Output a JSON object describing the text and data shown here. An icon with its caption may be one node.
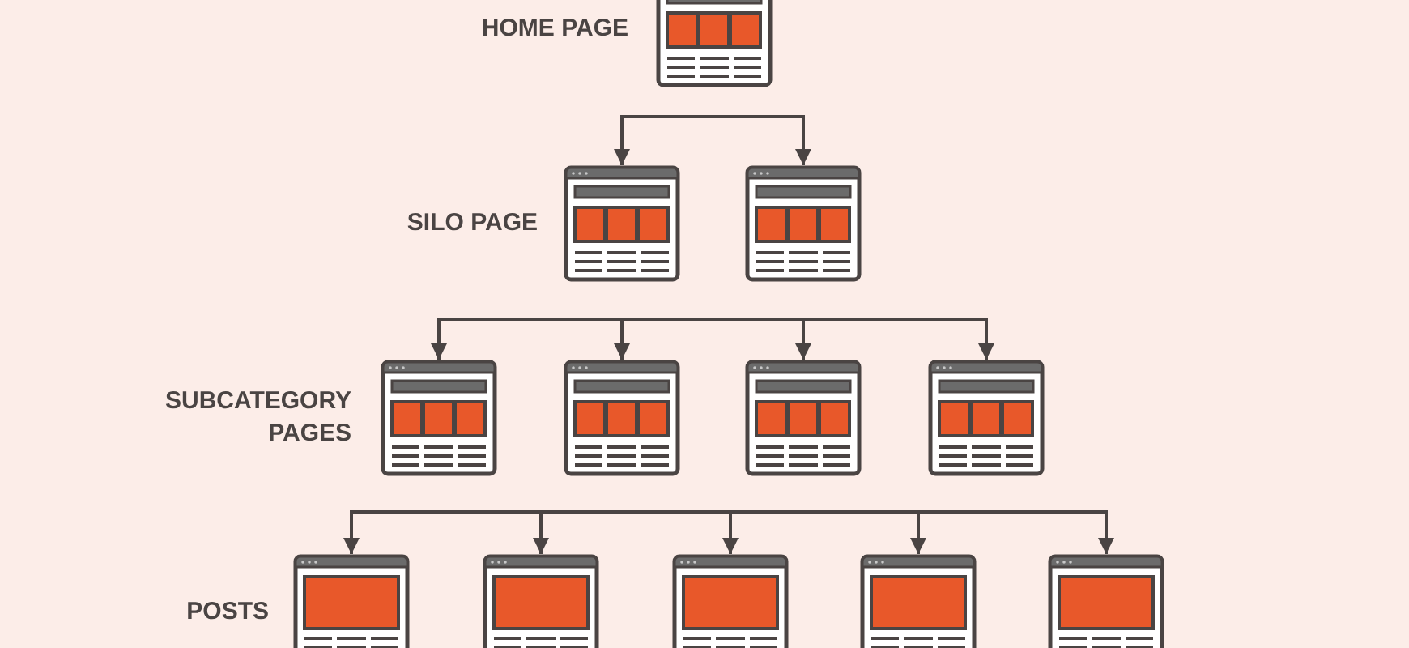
{
  "diagram": {
    "nodes": [
      {
        "text": [],
        "shape": "picture"
      },
      {
        "text": [],
        "shape": "picture"
      },
      {
        "text": [],
        "shape": "picture"
      },
      {
        "text": [],
        "shape": "picture"
      },
      {
        "text": [],
        "shape": "picture"
      },
      {
        "text": [],
        "shape": "picture"
      },
      {
        "text": [],
        "shape": "picture"
      },
      {
        "text": [],
        "shape": "picture"
      },
      {
        "text": [],
        "shape": "picture"
      },
      {
        "text": [],
        "shape": "picture"
      },
      {
        "text": [],
        "shape": "picture"
      },
      {
        "text": [],
        "shape": "picture"
      }
    ],
    "edges": [
      {
        "from": null,
        "to": 1,
        "arrow": "to"
      },
      {
        "from": null,
        "to": 2,
        "arrow": "to"
      },
      {
        "from": null,
        "to": 3,
        "arrow": "to"
      },
      {
        "from": null,
        "to": 4,
        "arrow": "to"
      },
      {
        "from": null,
        "to": 5,
        "arrow": "to"
      },
      {
        "from": null,
        "to": 6,
        "arrow": "to"
      },
      {
        "from": null,
        "to": 7,
        "arrow": "to"
      },
      {
        "from": null,
        "to": 8,
        "arrow": "to"
      },
      {
        "from": null,
        "to": 9,
        "arrow": "to"
      },
      {
        "from": null,
        "to": 10,
        "arrow": "to"
      },
      {
        "from": null,
        "to": 11,
        "arrow": "to"
      }
    ],
    "labels": [
      "HOME PAGE",
      "SILO PAGE",
      "SUBCATEGORY PAGES",
      "POSTS"
    ]
  }
}
